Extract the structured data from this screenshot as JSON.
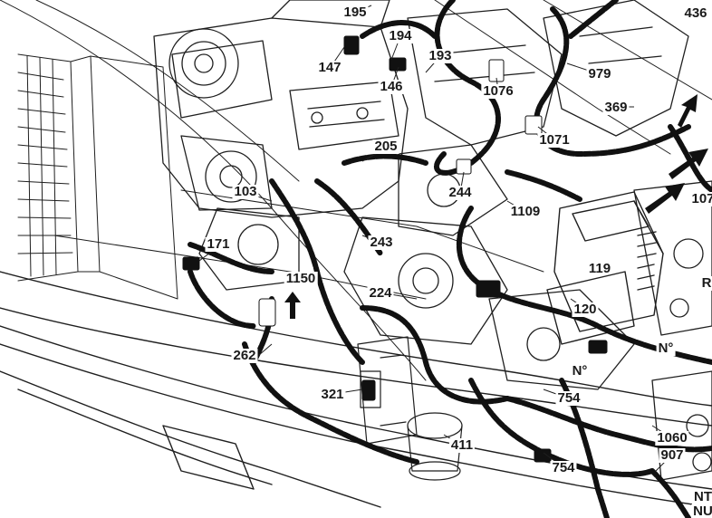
{
  "diagram": {
    "labels": {
      "l436": "436",
      "l195": "195",
      "l194": "194",
      "l193": "193",
      "l147": "147",
      "l146": "146",
      "l1076": "1076",
      "l979": "979",
      "l369": "369",
      "l1071": "1071",
      "l205": "205",
      "l244": "244",
      "l103": "103",
      "l107": "107",
      "l1109": "1109",
      "l171": "171",
      "l243": "243",
      "l119": "119",
      "l1150": "1150",
      "l224": "224",
      "lR": "R",
      "l120": "120",
      "lNo1": "N°",
      "lNo2": "N°",
      "l262": "262",
      "l321": "321",
      "l754a": "754",
      "l754b": "754",
      "l411": "411",
      "l1060": "1060",
      "l907": "907",
      "lNT": "NT",
      "lNU": "NU"
    }
  }
}
